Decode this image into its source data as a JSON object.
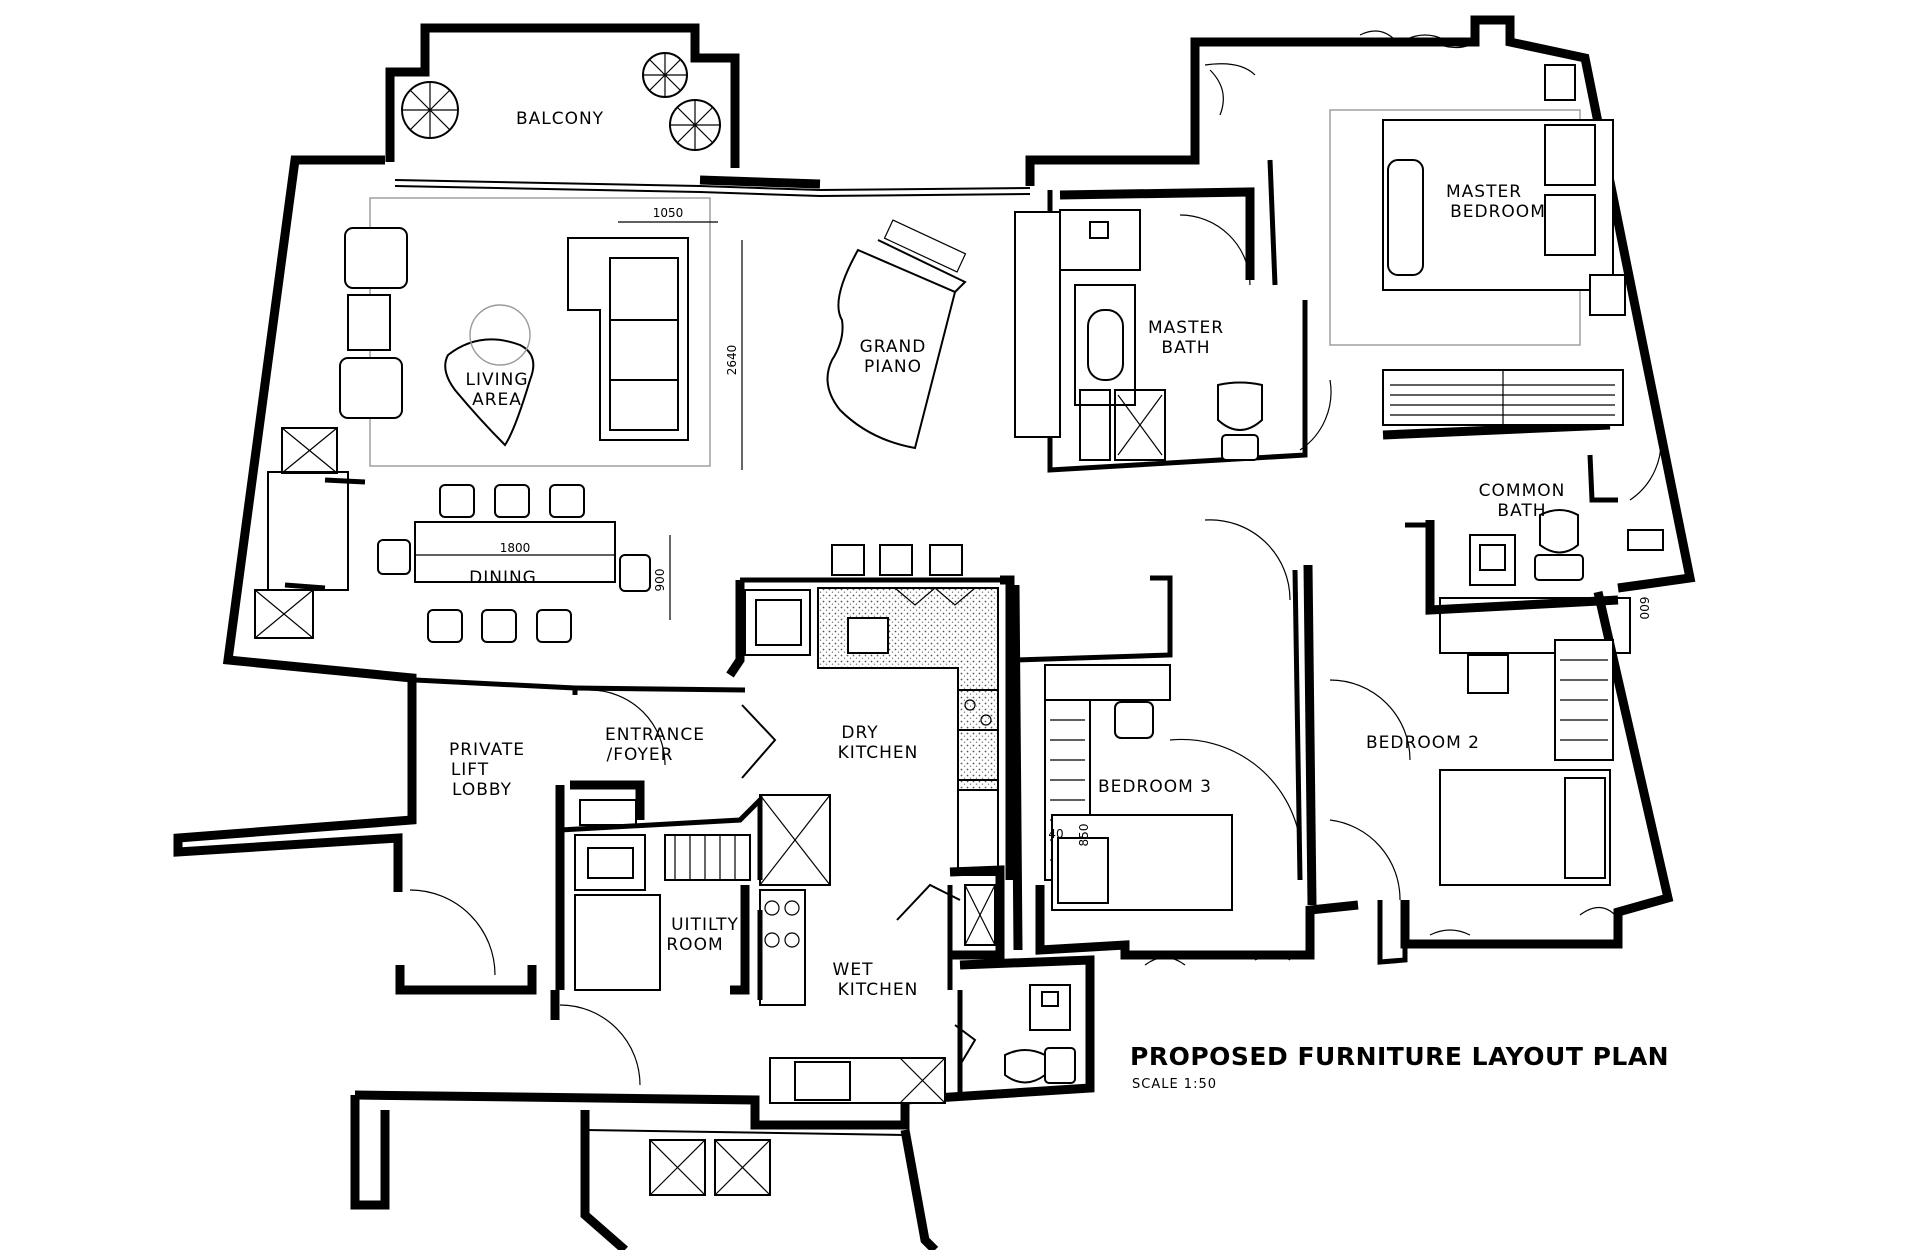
{
  "plan": {
    "title": "PROPOSED FURNITURE LAYOUT PLAN",
    "scale": "SCALE 1:50",
    "rooms": {
      "balcony": "BALCONY",
      "living_1": "LIVING",
      "living_2": "AREA",
      "grand_1": "GRAND",
      "grand_2": "PIANO",
      "master_bath_1": "MASTER",
      "master_bath_2": "BATH",
      "master_bed_1": "MASTER",
      "master_bed_2": "BEDROOM",
      "common_bath_1": "COMMON",
      "common_bath_2": "BATH",
      "dining": "DINING",
      "lobby_1": "PRIVATE",
      "lobby_2": "LIFT",
      "lobby_3": "LOBBY",
      "entrance_1": "ENTRANCE",
      "entrance_2": "/FOYER",
      "dry_kitchen_1": "DRY",
      "dry_kitchen_2": "KITCHEN",
      "utility_1": "UITILTY",
      "utility_2": "ROOM",
      "wet_kitchen_1": "WET",
      "wet_kitchen_2": "KITCHEN",
      "bedroom3": "BEDROOM 3",
      "bedroom2": "BEDROOM 2"
    },
    "dimensions": {
      "sofa_width": "1050",
      "sofa_length": "2640",
      "table_length": "1800",
      "table_width": "900",
      "wardrobe_depth": "600",
      "desk_a": "40",
      "desk_b": "850"
    }
  }
}
